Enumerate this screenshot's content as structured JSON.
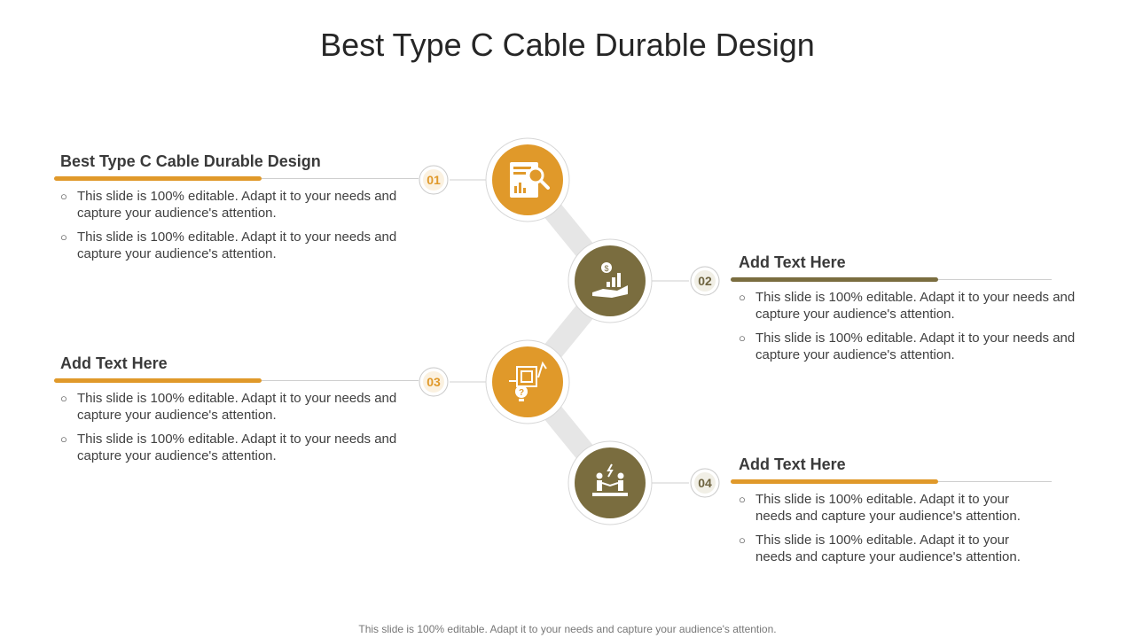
{
  "title": "Best Type C Cable Durable Design",
  "footer": "This slide is 100% editable. Adapt it to your needs and capture your audience's attention.",
  "colors": {
    "gold": "#E0992A",
    "olive": "#7A6D3F",
    "badge_gold_text": "#E0992A",
    "badge_olive_text": "#6E6440"
  },
  "steps": [
    {
      "number": "01",
      "heading": "Best Type C Cable Durable Design",
      "icon": "report-magnifier-icon",
      "bullets": [
        "This slide is 100% editable. Adapt it to your needs and capture your audience's attention.",
        "This slide is 100% editable. Adapt it to your needs and capture your audience's attention."
      ]
    },
    {
      "number": "02",
      "heading": "Add Text Here",
      "icon": "hand-growth-chart-icon",
      "bullets": [
        "This slide is 100% editable. Adapt it to your needs and capture your audience's attention.",
        "This slide is 100% editable. Adapt it to your needs and capture your audience's attention."
      ]
    },
    {
      "number": "03",
      "heading": "Add Text Here",
      "icon": "lightbulb-question-icon",
      "bullets": [
        "This slide is 100% editable. Adapt it to your needs and capture your audience's attention.",
        "This slide is 100% editable. Adapt it to your needs and capture your audience's attention."
      ]
    },
    {
      "number": "04",
      "heading": "Add Text Here",
      "icon": "people-handshake-icon",
      "bullets": [
        "This slide is 100% editable. Adapt it to your needs and capture your audience's attention.",
        "This slide is 100% editable. Adapt it to your needs and capture your audience's attention."
      ]
    }
  ]
}
